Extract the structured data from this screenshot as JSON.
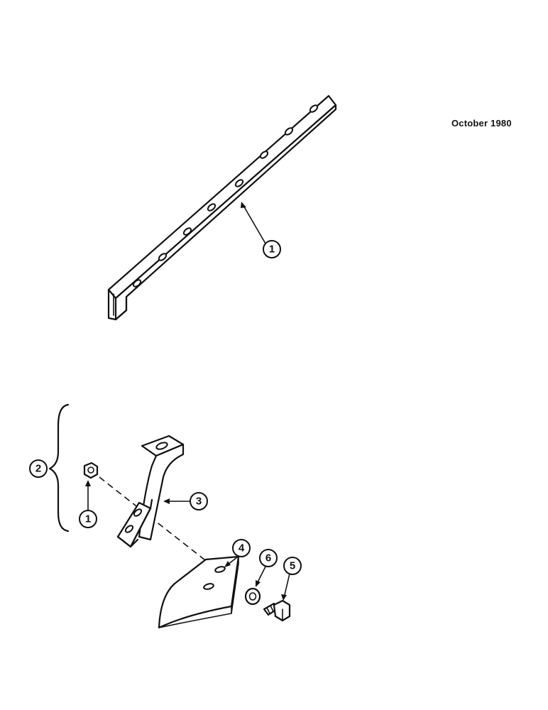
{
  "header": {
    "date": "October 1980"
  },
  "callouts": {
    "bar": "1",
    "assembly": "2",
    "nut": "1",
    "bracket": "3",
    "blade": "4",
    "bolt": "5",
    "washer": "6"
  }
}
